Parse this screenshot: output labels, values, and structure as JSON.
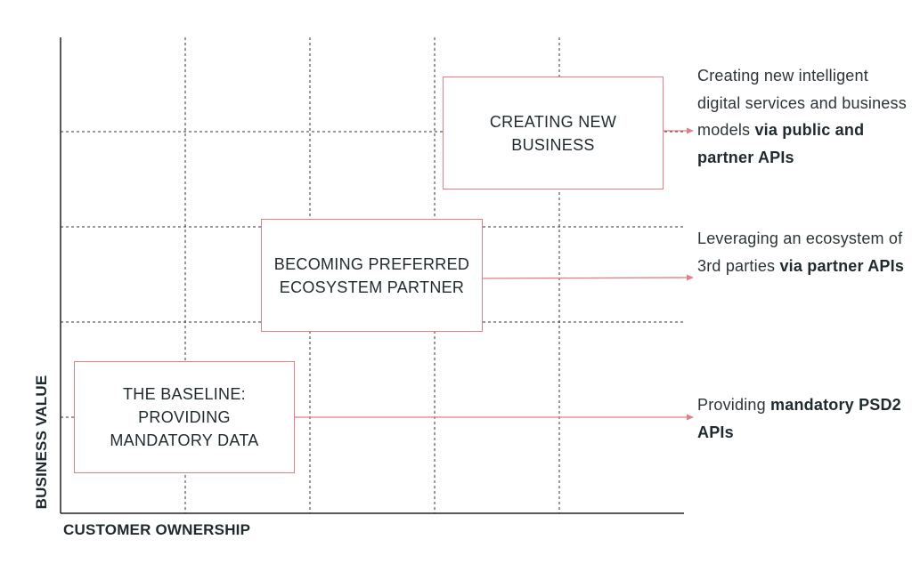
{
  "axes": {
    "x_label": "CUSTOMER OWNERSHIP",
    "y_label": "BUSINESS VALUE"
  },
  "colors": {
    "box_border": "#e07f86",
    "arrow": "#e07f86",
    "grid": "#333333",
    "axis": "#222222",
    "text": "#1f2a2e"
  },
  "boxes": [
    {
      "id": "creating-new-business",
      "label": "CREATING NEW\nBUSINESS"
    },
    {
      "id": "preferred-ecosystem-partner",
      "label": "BECOMING PREFERRED\nECOSYSTEM PARTNER"
    },
    {
      "id": "baseline",
      "label": "THE BASELINE:\nPROVIDING\nMANDATORY DATA"
    }
  ],
  "descriptions": [
    {
      "id": "public-partner-apis",
      "normal": "Creating new intelligent digital services and business models ",
      "bold": "via public and partner APIs"
    },
    {
      "id": "partner-apis",
      "normal": "Leveraging an ecosystem of 3rd parties ",
      "bold": "via partner APIs"
    },
    {
      "id": "mandatory-apis",
      "normal": "Providing ",
      "bold": "mandatory PSD2 APIs"
    }
  ]
}
